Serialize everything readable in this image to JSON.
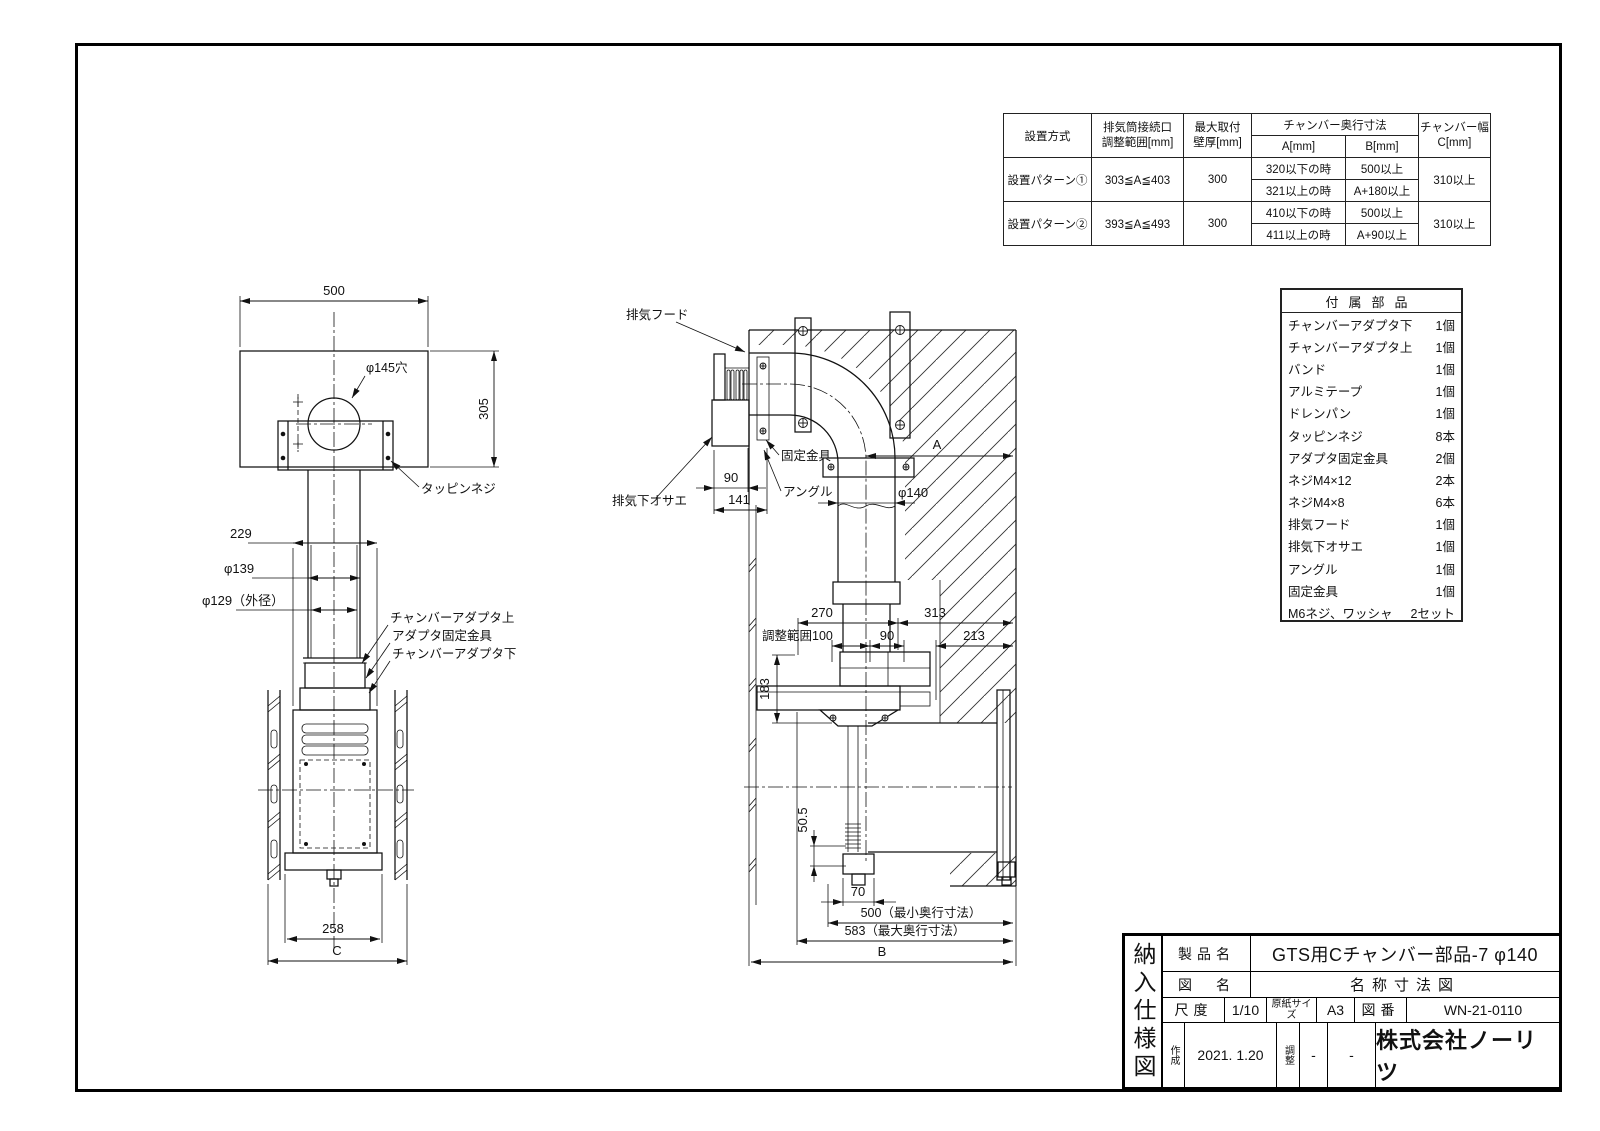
{
  "spec_table": {
    "headers": {
      "method": "設置方式",
      "duct_line1": "排気筒接続口",
      "duct_line2": "調整範囲[mm]",
      "wall_line1": "最大取付",
      "wall_line2": "壁厚[mm]",
      "depth": "チャンバー奥行寸法",
      "a": "A[mm]",
      "b": "B[mm]",
      "width_line1": "チャンバー幅",
      "width_line2": "C[mm]"
    },
    "rows": [
      {
        "pattern": "設置パターン①",
        "range": "303≦A≦403",
        "wall": "300",
        "case1": "320以下の時",
        "b1": "500以上",
        "case2": "321以上の時",
        "b2": "A+180以上",
        "width": "310以上"
      },
      {
        "pattern": "設置パターン②",
        "range": "393≦A≦493",
        "wall": "300",
        "case1": "410以下の時",
        "b1": "500以上",
        "case2": "411以上の時",
        "b2": "A+90以上",
        "width": "310以上"
      }
    ]
  },
  "parts_table": {
    "title": "付属部品",
    "items": [
      {
        "name": "チャンバーアダプタ下",
        "qty": "1個"
      },
      {
        "name": "チャンバーアダプタ上",
        "qty": "1個"
      },
      {
        "name": "バンド",
        "qty": "1個"
      },
      {
        "name": "アルミテープ",
        "qty": "1個"
      },
      {
        "name": "ドレンパン",
        "qty": "1個"
      },
      {
        "name": "タッピンネジ",
        "qty": "8本"
      },
      {
        "name": "アダプタ固定金具",
        "qty": "2個"
      },
      {
        "name": "ネジM4×12",
        "qty": "2本"
      },
      {
        "name": "ネジM4×8",
        "qty": "6本"
      },
      {
        "name": "排気フード",
        "qty": "1個"
      },
      {
        "name": "排気下オサエ",
        "qty": "1個"
      },
      {
        "name": "アングル",
        "qty": "1個"
      },
      {
        "name": "固定金具",
        "qty": "1個"
      },
      {
        "name": "M6ネジ、ワッシャ",
        "qty": "2セット"
      }
    ]
  },
  "title_block": {
    "vertical_title": "納入仕様図",
    "product_label": "製品名",
    "product_name": "GTS用Cチャンバー部品-7 φ140",
    "drawing_label": "図　名",
    "drawing_name": "名称寸法図",
    "scale_label": "尺度",
    "scale_value": "1/10",
    "paper_label": "原紙サイズ",
    "paper_value": "A3",
    "number_label": "図番",
    "number_value": "WN-21-0110",
    "created_label": "作成",
    "created_value": "2021. 1.20",
    "adjust_label": "調整",
    "adjust_value": "-",
    "extra_value": "-",
    "company": "株式会社ノーリツ"
  },
  "left_view": {
    "dim_500": "500",
    "dim_305": "305",
    "hole_label": "φ145穴",
    "tapping_label": "タッピンネジ",
    "dim_229": "229",
    "dim_phi139": "φ139",
    "dim_phi129": "φ129（外径）",
    "adapter_upper_label": "チャンバーアダプタ上",
    "adapter_bracket_label": "アダプタ固定金具",
    "adapter_lower_label": "チャンバーアダプタ下",
    "dim_258": "258",
    "dim_C": "C"
  },
  "right_view": {
    "hood_label": "排気フード",
    "hood_holder_label": "排気下オサエ",
    "dim_90_hood": "90",
    "dim_141": "141",
    "fixing_label": "固定金具",
    "angle_label": "アングル",
    "dim_A": "A",
    "dim_phi140": "φ140",
    "dim_270": "270",
    "dim_313": "313",
    "dim_adjust_100": "調整範囲100",
    "dim_90": "90",
    "dim_213": "213",
    "dim_183": "183",
    "dim_50_5": "50.5",
    "dim_70": "70",
    "dim_500_min": "500（最小奥行寸法）",
    "dim_583_max": "583（最大奥行寸法）",
    "dim_B": "B"
  }
}
